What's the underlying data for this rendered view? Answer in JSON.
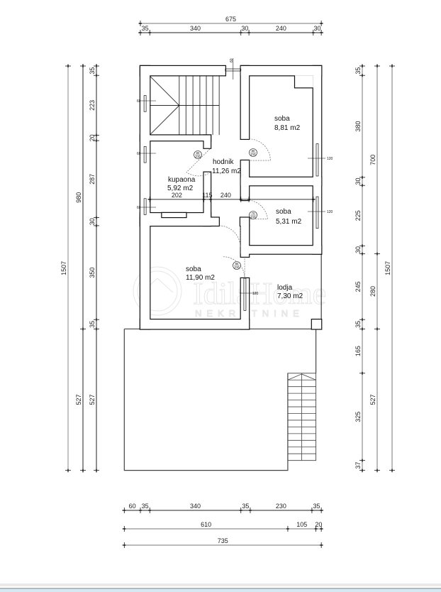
{
  "dimensions": {
    "top_total": [
      "675"
    ],
    "top_chain": [
      "35",
      "340",
      "30",
      "240",
      "30"
    ],
    "bottom_chain": [
      "60",
      "35",
      "340",
      "35",
      "230",
      "35"
    ],
    "bottom_mid": [
      "610",
      "105",
      "20"
    ],
    "bottom_total": [
      "735"
    ],
    "left_chain": [
      "35",
      "223",
      "20",
      "287",
      "30",
      "350",
      "35",
      "527"
    ],
    "left_mid": [
      "980",
      "527"
    ],
    "left_total": [
      "1507"
    ],
    "right_chain": [
      "35",
      "380",
      "30",
      "225",
      "30",
      "245",
      "35",
      "165",
      "325",
      "37"
    ],
    "right_mid": [
      "700",
      "280",
      "527"
    ],
    "right_total": [
      "1507"
    ],
    "interior_chain": [
      "202",
      "115",
      "240"
    ]
  },
  "rooms": [
    {
      "name": "soba",
      "area": "8,81 m2"
    },
    {
      "name": "hodnik",
      "area": "11,26 m2"
    },
    {
      "name": "kupaona",
      "area": "5,92 m2"
    },
    {
      "name": "soba",
      "area": "5,31 m2"
    },
    {
      "name": "soba",
      "area": "11,90 m2"
    },
    {
      "name": "lodja",
      "area": "7,30 m2"
    }
  ],
  "doors": [
    {
      "width": "80",
      "height": "210"
    },
    {
      "width": "80",
      "height": "210"
    },
    {
      "width": "70",
      "height": "210"
    },
    {
      "width": "80",
      "height": "210"
    }
  ],
  "windows": [
    "60",
    "60",
    "60",
    "60",
    "120",
    "120",
    "120"
  ],
  "watermark": {
    "brand": "IdilaHome",
    "subtitle": "NEKRETNINE"
  },
  "colors": {
    "line": "#111111",
    "dim": "#333333",
    "watermark": "#e6e6e6"
  }
}
